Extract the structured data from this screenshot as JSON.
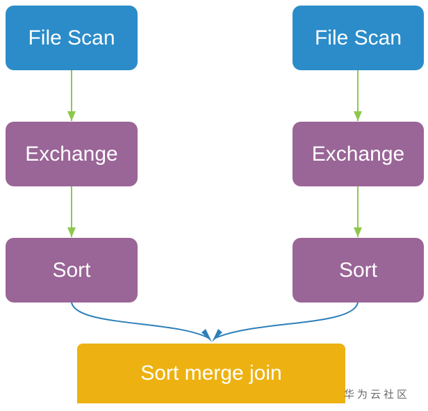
{
  "nodes": {
    "left_scan": {
      "label": "File Scan"
    },
    "left_exchange": {
      "label": "Exchange"
    },
    "left_sort": {
      "label": "Sort"
    },
    "right_scan": {
      "label": "File Scan"
    },
    "right_exchange": {
      "label": "Exchange"
    },
    "right_sort": {
      "label": "Sort"
    },
    "join": {
      "label": "Sort merge join"
    }
  },
  "colors": {
    "scan": "#2b8cc9",
    "exchange_sort": "#9a6597",
    "join": "#edb212",
    "green_arrow": "#8dc84b",
    "blue_arrow": "#2b7fba"
  },
  "watermark": {
    "text": "华为云社区"
  }
}
